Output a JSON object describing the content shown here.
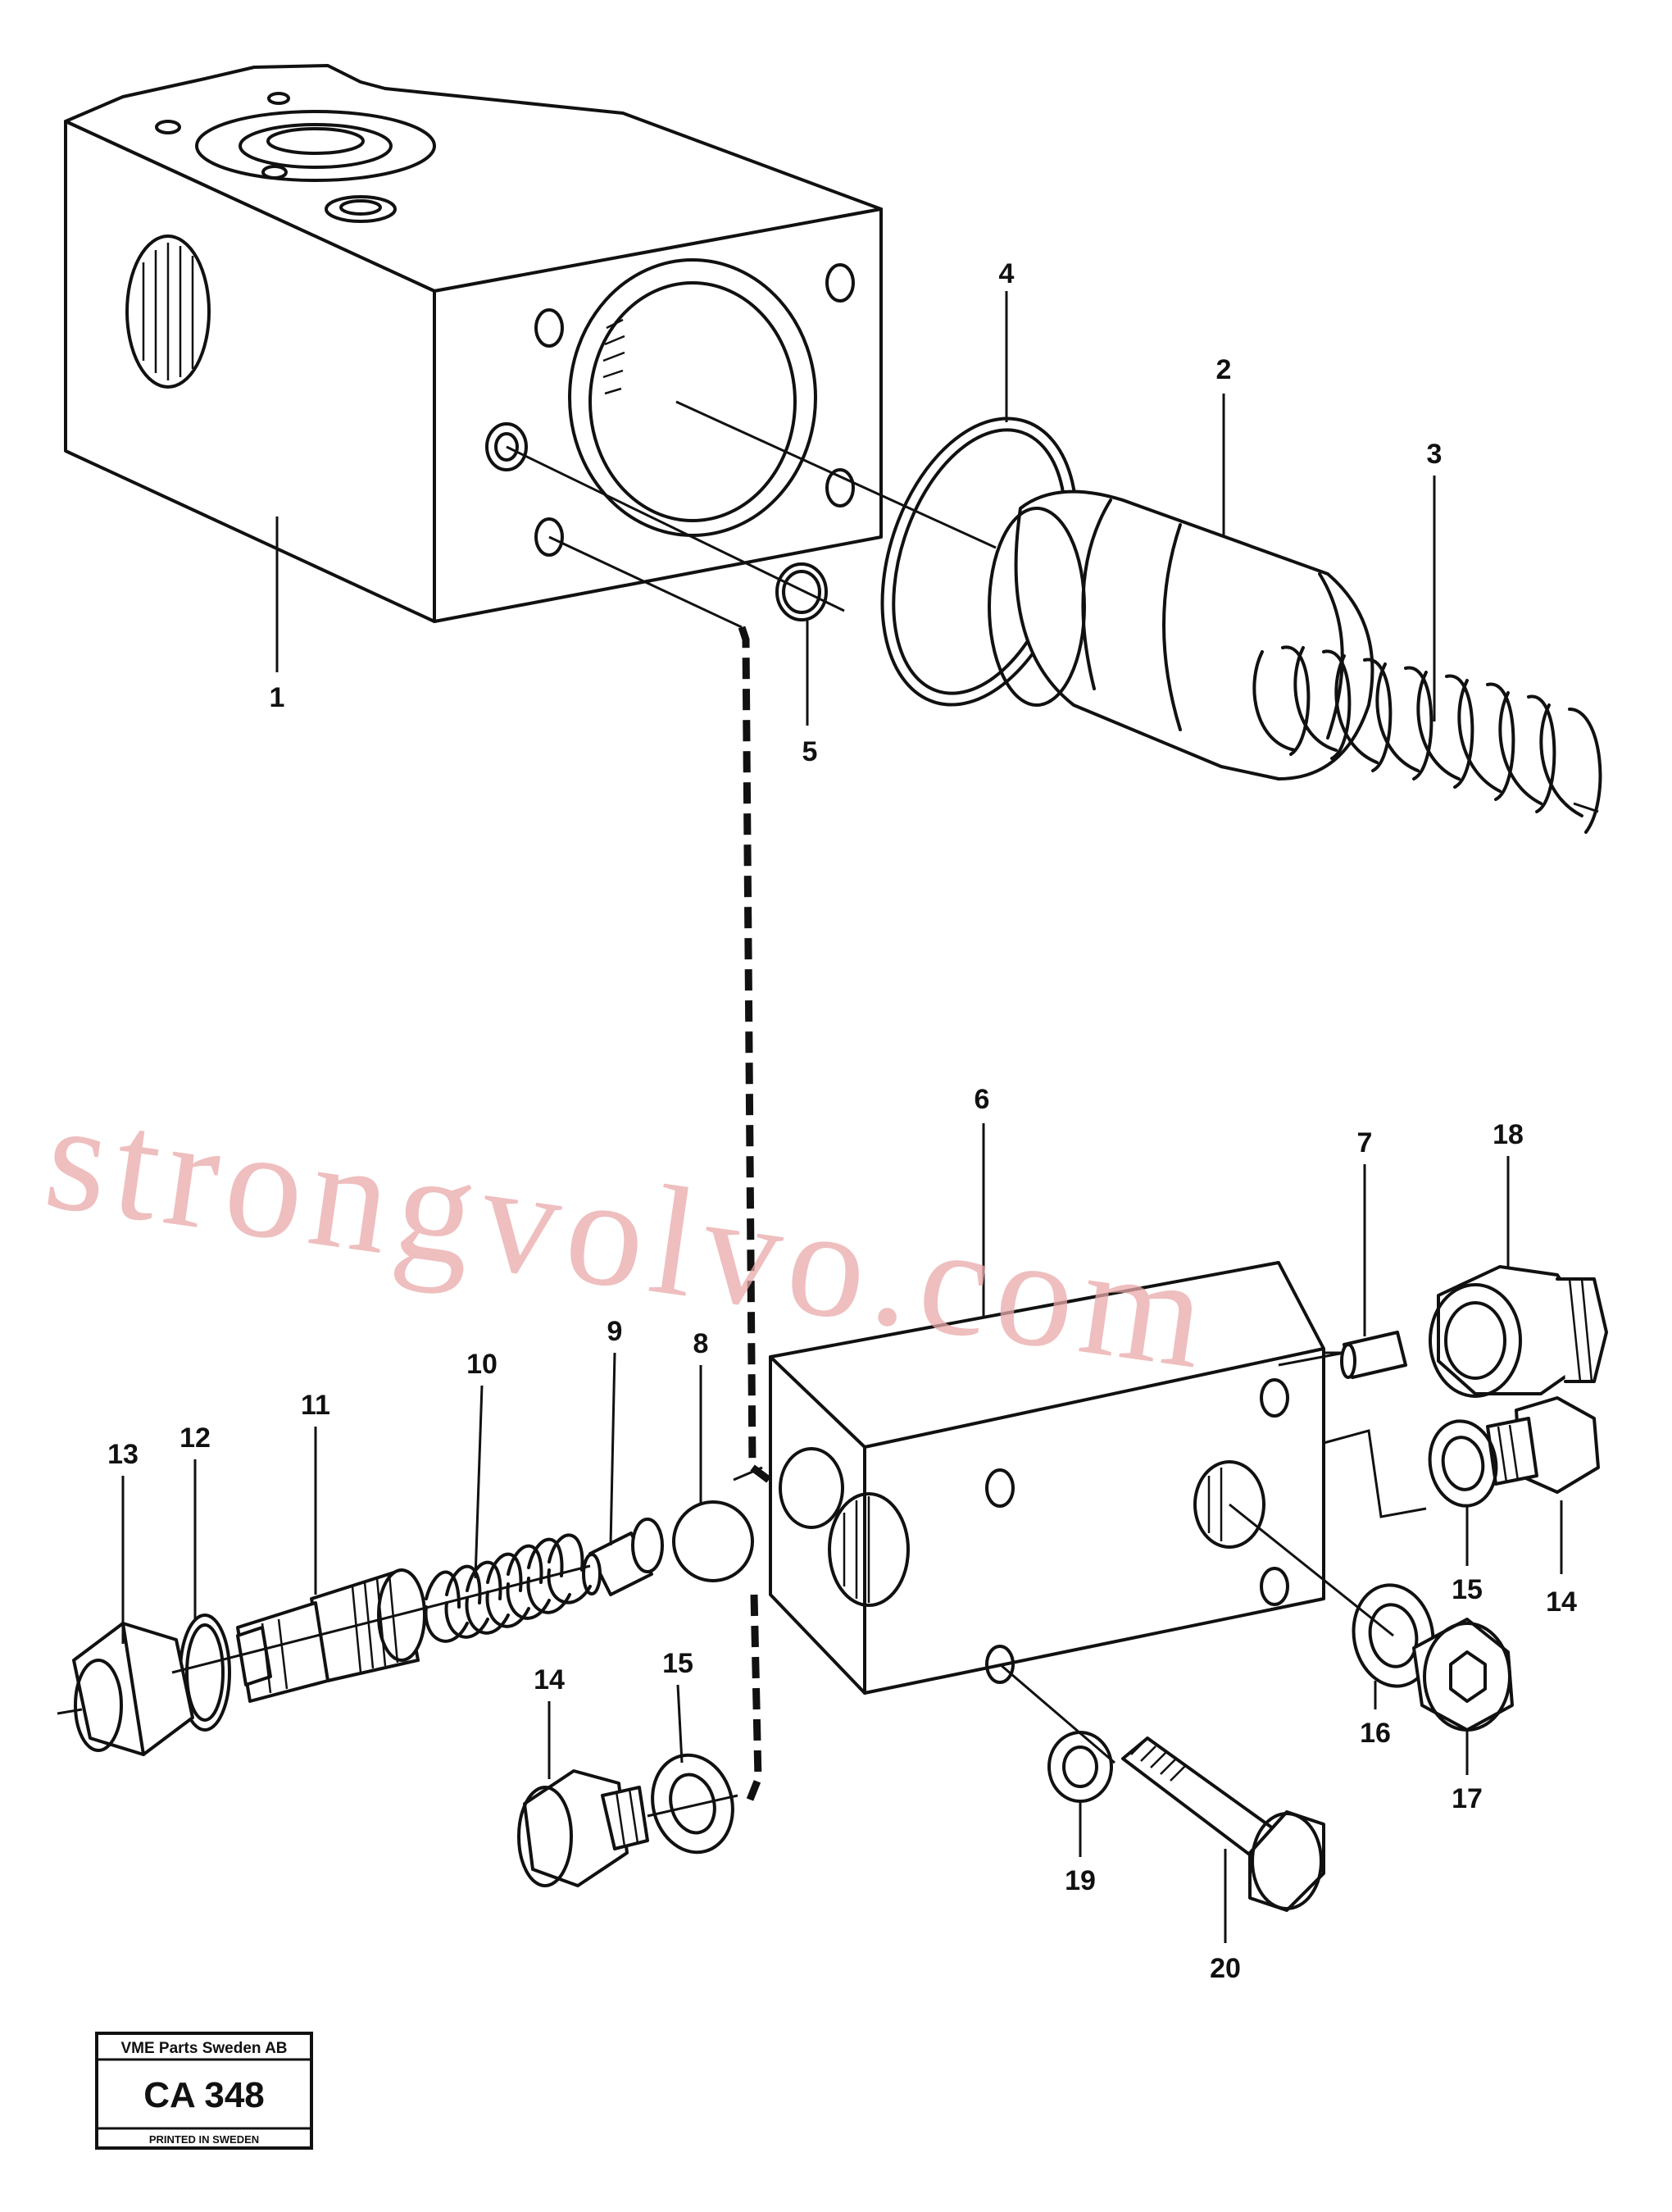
{
  "callouts": [
    {
      "id": "1",
      "text": "1"
    },
    {
      "id": "2",
      "text": "2"
    },
    {
      "id": "3",
      "text": "3"
    },
    {
      "id": "4",
      "text": "4"
    },
    {
      "id": "5",
      "text": "5"
    },
    {
      "id": "6",
      "text": "6"
    },
    {
      "id": "7",
      "text": "7"
    },
    {
      "id": "8",
      "text": "8"
    },
    {
      "id": "9",
      "text": "9"
    },
    {
      "id": "10",
      "text": "10"
    },
    {
      "id": "11",
      "text": "11"
    },
    {
      "id": "12",
      "text": "12"
    },
    {
      "id": "13",
      "text": "13"
    },
    {
      "id": "14a",
      "text": "14"
    },
    {
      "id": "14b",
      "text": "14"
    },
    {
      "id": "15a",
      "text": "15"
    },
    {
      "id": "15b",
      "text": "15"
    },
    {
      "id": "16",
      "text": "16"
    },
    {
      "id": "17",
      "text": "17"
    },
    {
      "id": "18",
      "text": "18"
    },
    {
      "id": "19",
      "text": "19"
    },
    {
      "id": "20",
      "text": "20"
    }
  ],
  "watermark": "strongvolvo.com",
  "stamp": {
    "company": "VME Parts Sweden AB",
    "code": "CA 348",
    "printed": "PRINTED IN SWEDEN"
  }
}
